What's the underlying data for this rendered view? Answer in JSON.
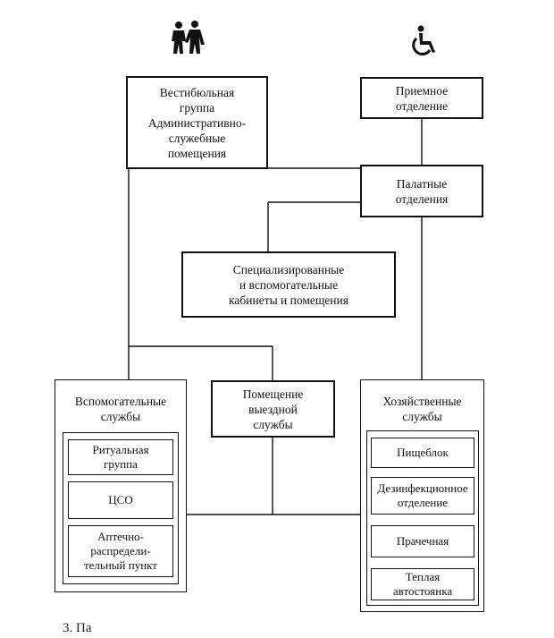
{
  "icons": {
    "visitors": "pedestrians-icon",
    "patients": "wheelchair-icon"
  },
  "boxes": {
    "vestibule": "Вестибюльная\nгруппа\nАдминистративно-\nслужебные\nпомещения",
    "reception": "Приемное\nотделение",
    "wards": "Палатные\nотделения",
    "specialized": "Специализированные\nи вспомогательные\nкабинеты и помещения",
    "mobile_service": "Помещение\nвыездной\nслужбы"
  },
  "auxiliary": {
    "title": "Вспомогательные\nслужбы",
    "items": [
      "Ритуальная\nгруппа",
      "ЦСО",
      "Аптечно-\nраспредели-\nтельный пункт"
    ]
  },
  "household": {
    "title": "Хозяйственные\nслужбы",
    "items": [
      "Пищеблок",
      "Дезинфекционное\nотделение",
      "Прачечная",
      "Теплая\nавтостоянка"
    ]
  },
  "caption": "3. Па"
}
